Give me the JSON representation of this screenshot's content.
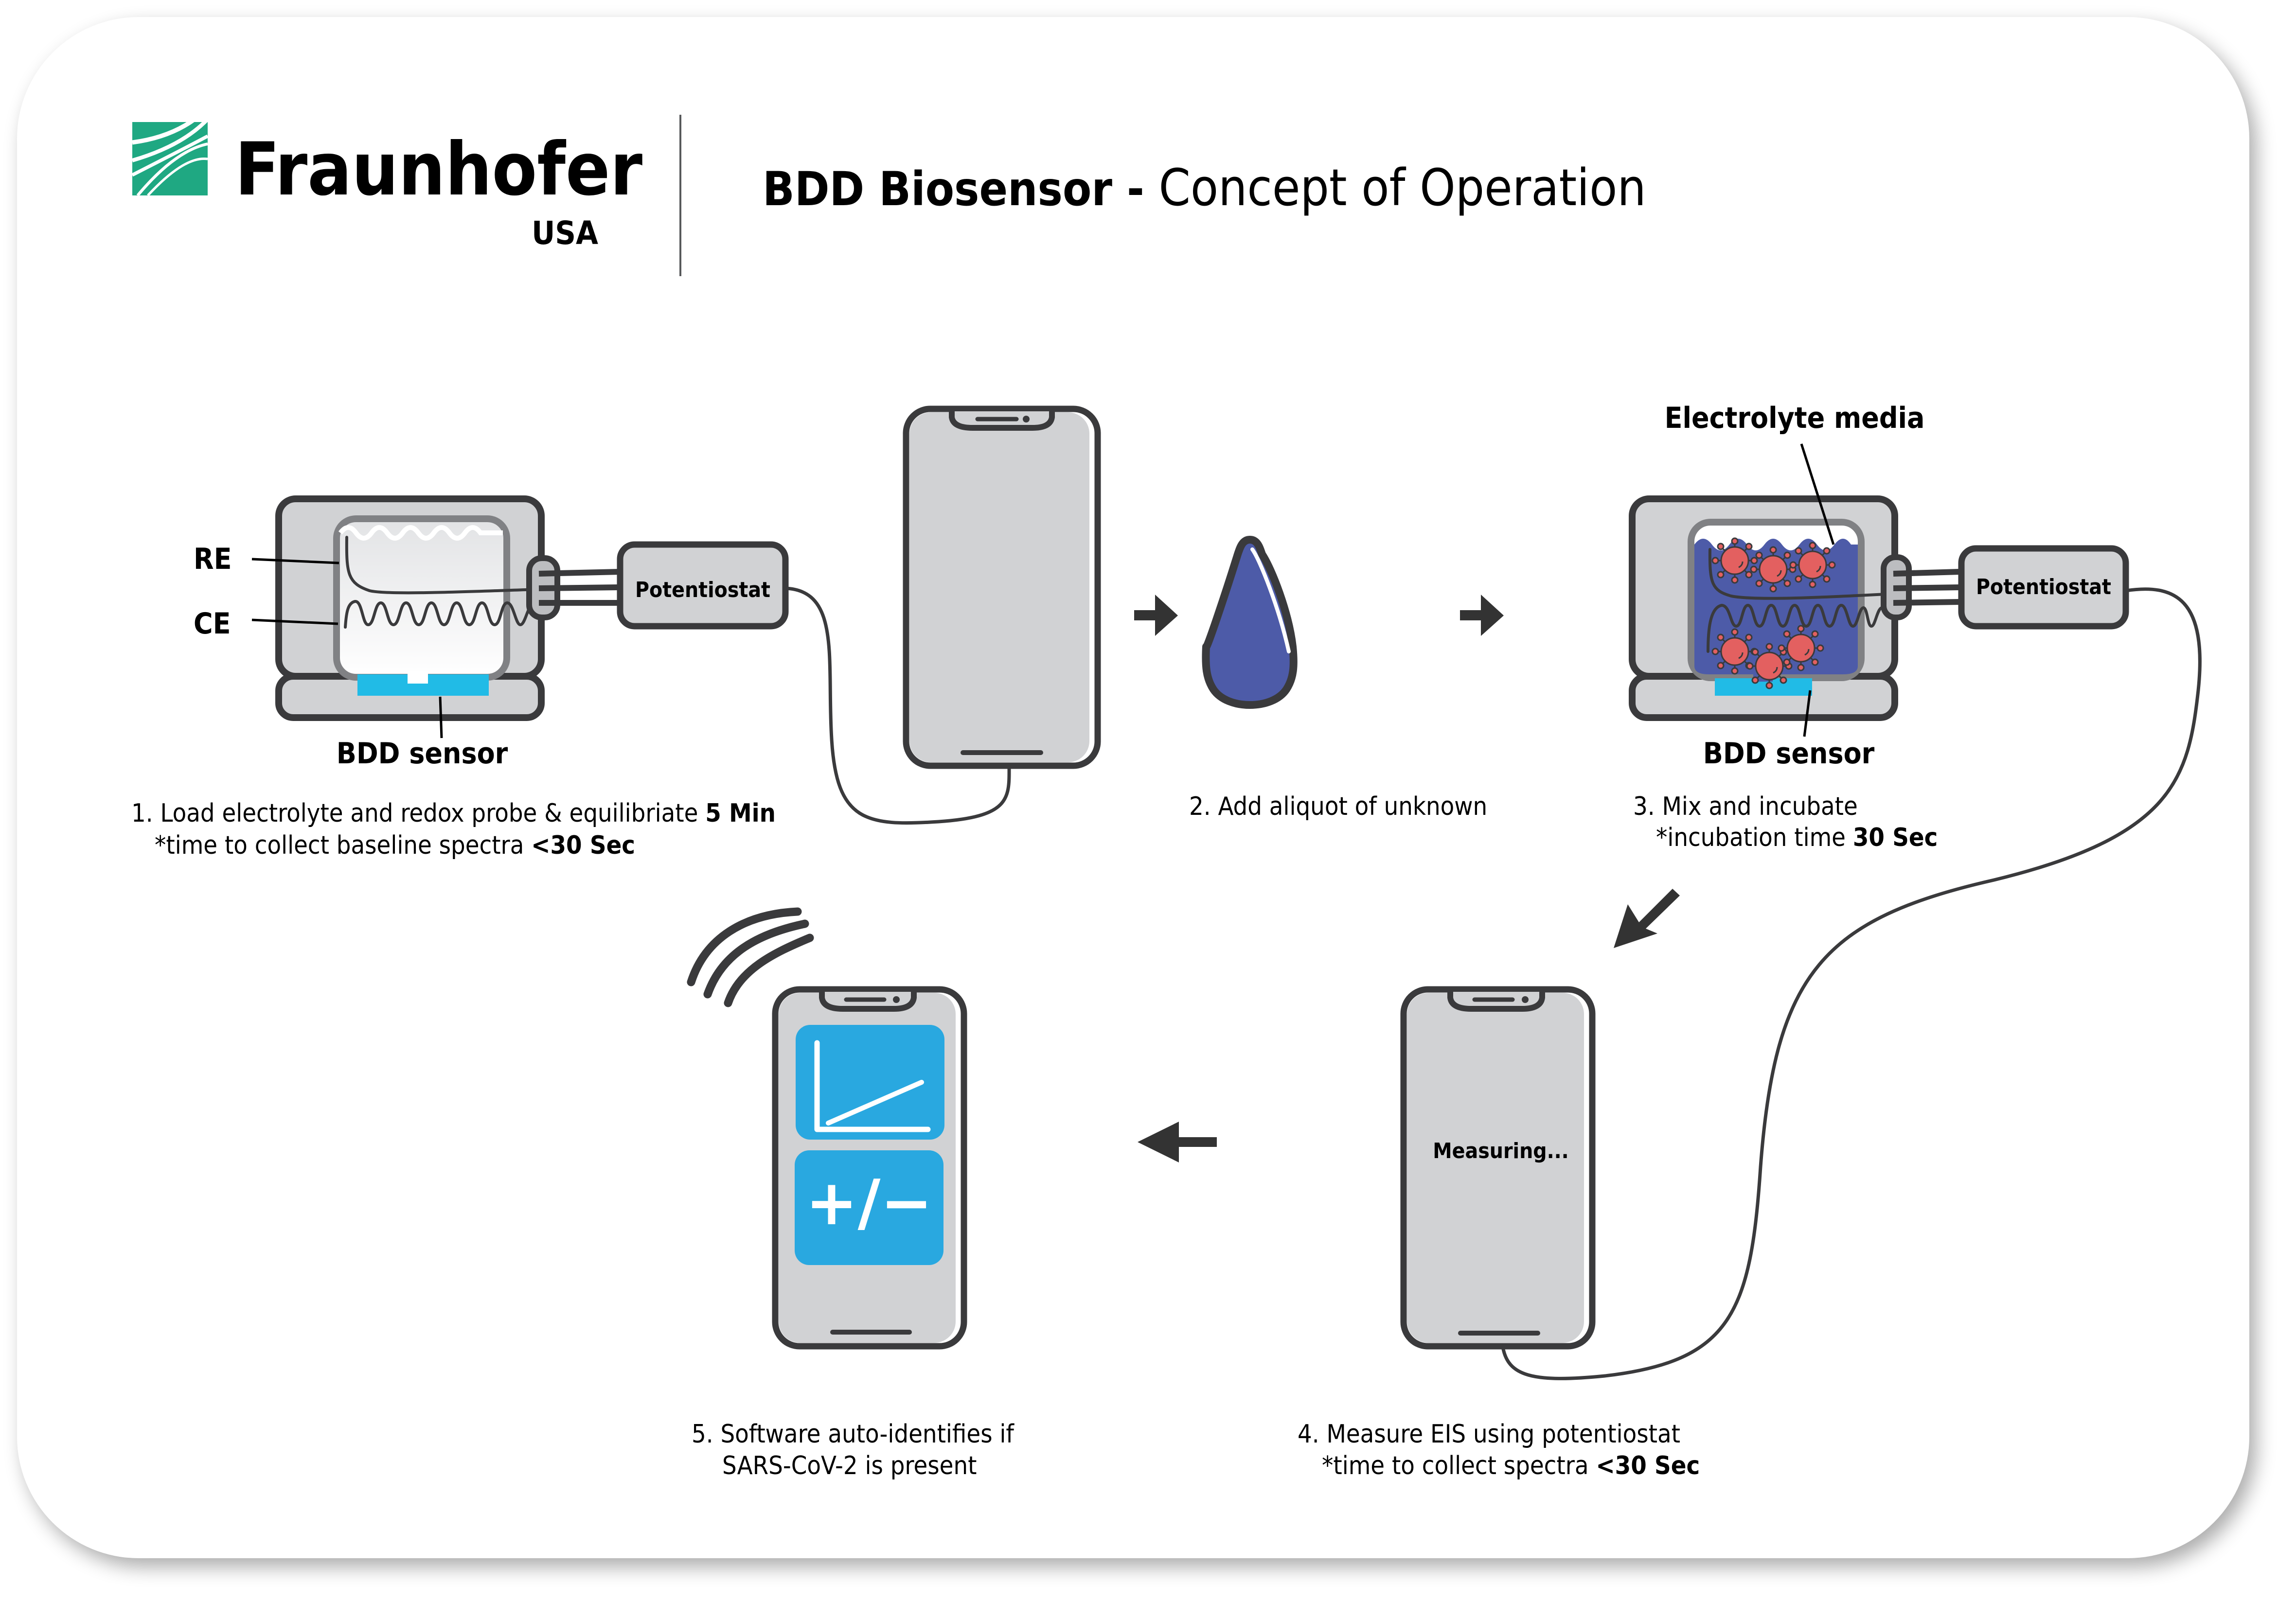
{
  "header": {
    "logo": {
      "name": "Fraunhofer",
      "subtitle": "USA",
      "brand_color": "#1fa882"
    },
    "title_bold": "BDD Biosensor -",
    "title_light": " Concept of Operation"
  },
  "colors": {
    "outline": "#3a3a3c",
    "device_gray": "#d1d2d4",
    "electrolyte_blue": "#4d5ba8",
    "sensor_cyan": "#21bbe6",
    "screen_blue": "#29a8e0",
    "virus_red": "#e36060",
    "arrow": "#333333"
  },
  "step1": {
    "labels": {
      "re": "RE",
      "ce": "CE",
      "sensor": "BDD sensor",
      "potentiostat": "Potentiostat"
    },
    "caption_line1": "1. Load electrolyte and redox probe & equilibriate ",
    "caption_line1_bold": "5 Min",
    "caption_line2": "*time to collect baseline spectra ",
    "caption_line2_bold": "<30 Sec"
  },
  "step2": {
    "caption": "2. Add aliquot of unknown",
    "icon": "droplet"
  },
  "step3": {
    "labels": {
      "media": "Electrolyte media",
      "sensor": "BDD sensor",
      "potentiostat": "Potentiostat"
    },
    "caption_line1": "3. Mix and incubate",
    "caption_line2": "*incubation time ",
    "caption_line2_bold": "30 Sec"
  },
  "step4": {
    "screen_text": "Measuring...",
    "caption_line1": "4. Measure EIS using potentiostat",
    "caption_line2": "*time to collect spectra ",
    "caption_line2_bold": "<30 Sec"
  },
  "step5": {
    "result_symbol": "+/−",
    "caption_line1": "5. Software auto-identifies if",
    "caption_line2": "SARS-CoV-2 is present"
  }
}
